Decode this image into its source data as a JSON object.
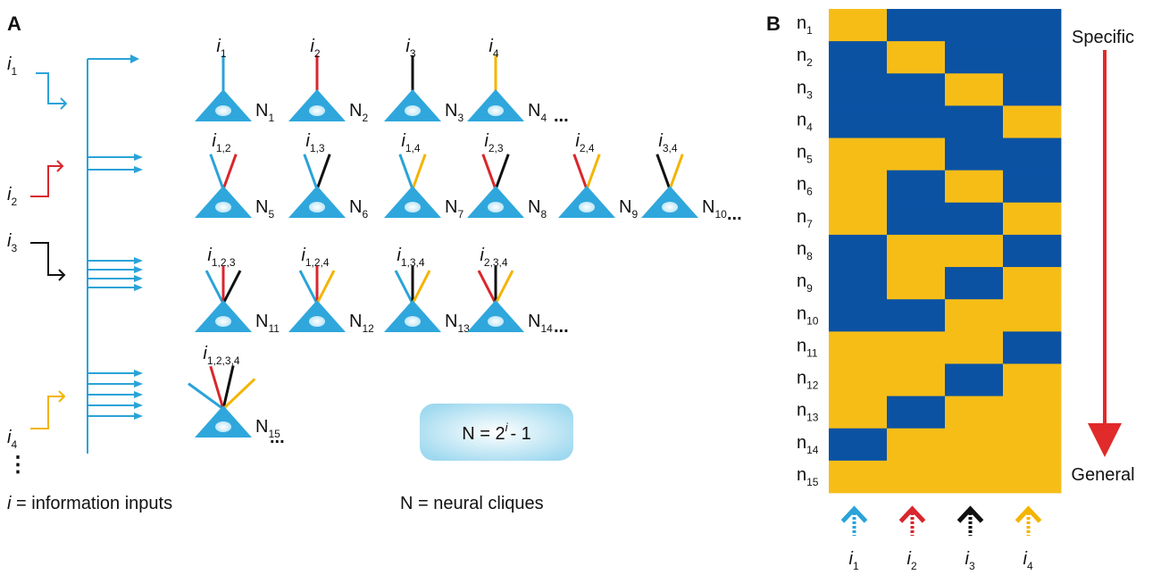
{
  "panel_a": {
    "label": "A",
    "input_legend_var": "i",
    "input_legend_text": " = information inputs",
    "cliques_legend": "N = neural cliques",
    "formula": {
      "lhs": "N = 2",
      "exp": "i",
      "rhs": "- 1"
    },
    "input_dots": "⋮",
    "ellipsis": "...",
    "inputs": [
      {
        "var": "i",
        "sub": "1",
        "color": "#2aa3d8"
      },
      {
        "var": "i",
        "sub": "2",
        "color": "#d9262c"
      },
      {
        "var": "i",
        "sub": "3",
        "color": "#111111"
      },
      {
        "var": "i",
        "sub": "4",
        "color": "#f4b400"
      }
    ],
    "neurons": [
      {
        "row": 0,
        "inputs": [
          1
        ],
        "label_var": "i",
        "label_sub": "1",
        "name_main": "N",
        "name_sub": "1"
      },
      {
        "row": 0,
        "inputs": [
          2
        ],
        "label_var": "i",
        "label_sub": "2",
        "name_main": "N",
        "name_sub": "2"
      },
      {
        "row": 0,
        "inputs": [
          3
        ],
        "label_var": "i",
        "label_sub": "3",
        "name_main": "N",
        "name_sub": "3"
      },
      {
        "row": 0,
        "inputs": [
          4
        ],
        "label_var": "i",
        "label_sub": "4",
        "name_main": "N",
        "name_sub": "4"
      },
      {
        "row": 1,
        "inputs": [
          1,
          2
        ],
        "label_var": "i",
        "label_sub": "1,2",
        "name_main": "N",
        "name_sub": "5"
      },
      {
        "row": 1,
        "inputs": [
          1,
          3
        ],
        "label_var": "i",
        "label_sub": "1,3",
        "name_main": "N",
        "name_sub": "6"
      },
      {
        "row": 1,
        "inputs": [
          1,
          4
        ],
        "label_var": "i",
        "label_sub": "1,4",
        "name_main": "N",
        "name_sub": "7"
      },
      {
        "row": 1,
        "inputs": [
          2,
          3
        ],
        "label_var": "i",
        "label_sub": "2,3",
        "name_main": "N",
        "name_sub": "8"
      },
      {
        "row": 1,
        "inputs": [
          2,
          4
        ],
        "label_var": "i",
        "label_sub": "2,4",
        "name_main": "N",
        "name_sub": "9"
      },
      {
        "row": 1,
        "inputs": [
          3,
          4
        ],
        "label_var": "i",
        "label_sub": "3,4",
        "name_main": "N",
        "name_sub": "10"
      },
      {
        "row": 2,
        "inputs": [
          1,
          2,
          3
        ],
        "label_var": "i",
        "label_sub": "1,2,3",
        "name_main": "N",
        "name_sub": "11"
      },
      {
        "row": 2,
        "inputs": [
          1,
          2,
          4
        ],
        "label_var": "i",
        "label_sub": "1,2,4",
        "name_main": "N",
        "name_sub": "12"
      },
      {
        "row": 2,
        "inputs": [
          1,
          3,
          4
        ],
        "label_var": "i",
        "label_sub": "1,3,4",
        "name_main": "N",
        "name_sub": "13"
      },
      {
        "row": 2,
        "inputs": [
          2,
          3,
          4
        ],
        "label_var": "i",
        "label_sub": "2,3,4",
        "name_main": "N",
        "name_sub": "14"
      },
      {
        "row": 3,
        "inputs": [
          1,
          2,
          3,
          4
        ],
        "label_var": "i",
        "label_sub": "1,2,3,4",
        "name_main": "N",
        "name_sub": "15"
      }
    ]
  },
  "panel_b": {
    "label": "B",
    "specific_label": "Specific",
    "general_label": "General",
    "active_color": "#f7bd17",
    "inactive_color": "#0b52a3",
    "columns": [
      {
        "var": "i",
        "sub": "1",
        "color": "#2aa3d8"
      },
      {
        "var": "i",
        "sub": "2",
        "color": "#d9262c"
      },
      {
        "var": "i",
        "sub": "3",
        "color": "#111111"
      },
      {
        "var": "i",
        "sub": "4",
        "color": "#f4b400"
      }
    ],
    "rows": [
      {
        "main": "n",
        "sub": "1",
        "active": [
          1,
          0,
          0,
          0
        ]
      },
      {
        "main": "n",
        "sub": "2",
        "active": [
          0,
          1,
          0,
          0
        ]
      },
      {
        "main": "n",
        "sub": "3",
        "active": [
          0,
          0,
          1,
          0
        ]
      },
      {
        "main": "n",
        "sub": "4",
        "active": [
          0,
          0,
          0,
          1
        ]
      },
      {
        "main": "n",
        "sub": "5",
        "active": [
          1,
          1,
          0,
          0
        ]
      },
      {
        "main": "n",
        "sub": "6",
        "active": [
          1,
          0,
          1,
          0
        ]
      },
      {
        "main": "n",
        "sub": "7",
        "active": [
          1,
          0,
          0,
          1
        ]
      },
      {
        "main": "n",
        "sub": "8",
        "active": [
          0,
          1,
          1,
          0
        ]
      },
      {
        "main": "n",
        "sub": "9",
        "active": [
          0,
          1,
          0,
          1
        ]
      },
      {
        "main": "n",
        "sub": "10",
        "active": [
          0,
          0,
          1,
          1
        ]
      },
      {
        "main": "n",
        "sub": "11",
        "active": [
          1,
          1,
          1,
          0
        ]
      },
      {
        "main": "n",
        "sub": "12",
        "active": [
          1,
          1,
          0,
          1
        ]
      },
      {
        "main": "n",
        "sub": "13",
        "active": [
          1,
          0,
          1,
          1
        ]
      },
      {
        "main": "n",
        "sub": "14",
        "active": [
          0,
          1,
          1,
          1
        ]
      },
      {
        "main": "n",
        "sub": "15",
        "active": [
          1,
          1,
          1,
          1
        ]
      }
    ]
  }
}
